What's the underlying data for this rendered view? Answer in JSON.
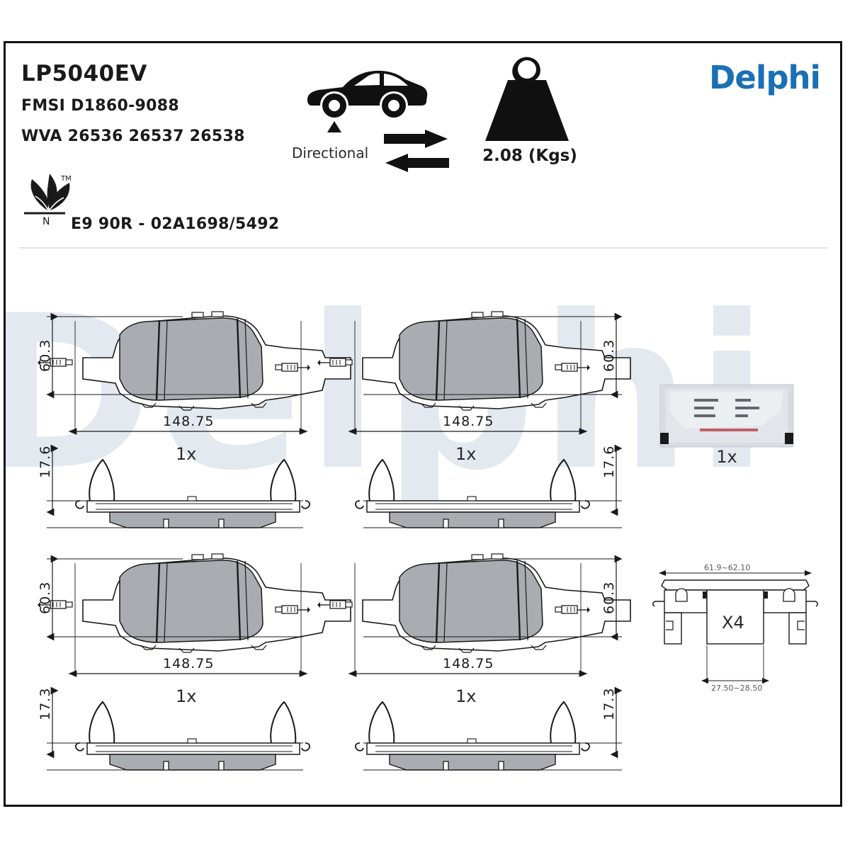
{
  "product": {
    "part_number": "LP5040EV",
    "fmsi": "FMSI D1860-9088",
    "wva": "WVA 26536 26537 26538",
    "ece_approval": "E9 90R - 02A1698/5492",
    "eco_mark_tm": "™",
    "eco_mark_letter": "N"
  },
  "brand": {
    "name": "Delphi",
    "color": "#1b6fb5",
    "watermark_text": "Delphi"
  },
  "attributes": {
    "axle_icon": "car-front-axle-icon",
    "directional_label": "Directional",
    "weight_value": "2.08 (Kgs)",
    "weight_icon": "weight-icon"
  },
  "diagram": {
    "pads": [
      {
        "position": "top-left",
        "height": "60.3",
        "width": "148.75",
        "thickness": "17.6",
        "quantity": "1x",
        "dim_side": "left"
      },
      {
        "position": "top-right",
        "height": "60.3",
        "width": "148.75",
        "thickness": "17.6",
        "quantity": "1x",
        "dim_side": "right"
      },
      {
        "position": "bottom-left",
        "height": "60.3",
        "width": "148.75",
        "thickness": "17.3",
        "quantity": "1x",
        "dim_side": "left"
      },
      {
        "position": "bottom-right",
        "height": "60.3",
        "width": "148.75",
        "thickness": "17.3",
        "quantity": "1x",
        "dim_side": "right"
      }
    ],
    "accessories": [
      {
        "name": "grease-sachet",
        "quantity": "1x"
      },
      {
        "name": "hardware-shim-clip",
        "quantity": "X4",
        "width_dim": "61.9~62.10",
        "depth_dim": "27.50~28.50"
      }
    ]
  },
  "colors": {
    "pad_friction": "#a9acb1",
    "pad_backing": "#ffffff",
    "line": "#1a1a1a",
    "watermark": "#e4e9f0"
  }
}
